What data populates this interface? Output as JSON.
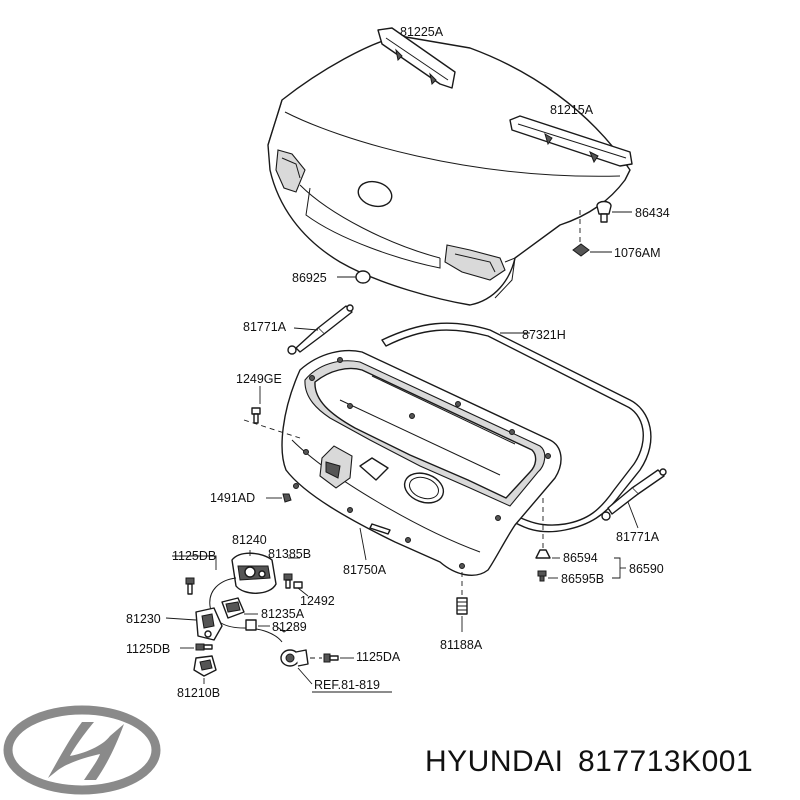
{
  "labels": {
    "p81225A": "81225A",
    "p81215A": "81215A",
    "p86434": "86434",
    "p1076AM": "1076AM",
    "p86925": "86925",
    "p81771A_left": "81771A",
    "p87321H": "87321H",
    "p1249GE": "1249GE",
    "p1491AD": "1491AD",
    "p81240": "81240",
    "p1125DB_top": "1125DB",
    "p81385B": "81385B",
    "p81750A": "81750A",
    "p81771A_right": "81771A",
    "p86594": "86594",
    "p86590": "86590",
    "p86595B": "86595B",
    "p12492": "12492",
    "p81235A": "81235A",
    "p81230": "81230",
    "p81289": "81289",
    "p1125DB_bottom": "1125DB",
    "p1125DA": "1125DA",
    "p81188A": "81188A",
    "pREF": "REF.81-819",
    "p81210B": "81210B"
  },
  "caption": {
    "brand": "HYUNDAI",
    "part_number": "817713K001"
  },
  "icons": {
    "logo": "hyundai-logo-icon"
  }
}
